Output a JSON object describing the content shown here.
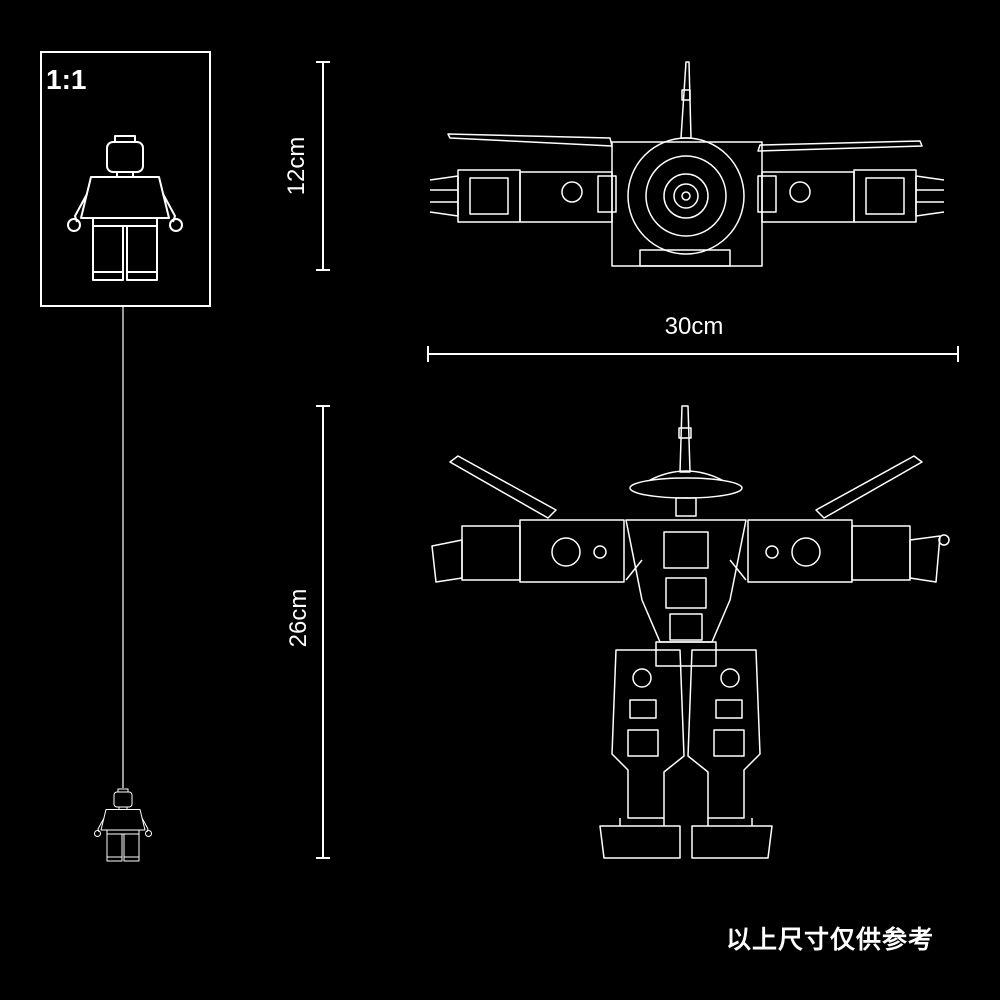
{
  "scale_label": "1:1",
  "dimensions": {
    "height_top_view": "12cm",
    "width": "30cm",
    "height_front_view": "26cm"
  },
  "note": "以上尺寸仅供参考",
  "colors": {
    "background": "#000000",
    "line": "#ffffff"
  }
}
